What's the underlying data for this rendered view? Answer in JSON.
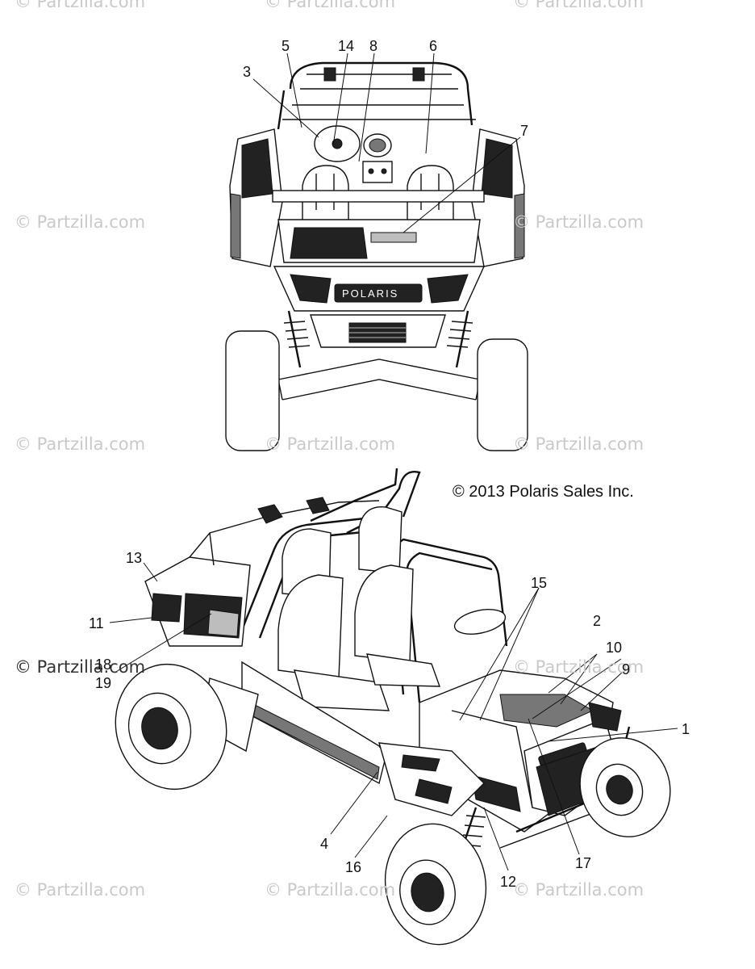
{
  "watermark_text": "© Partzilla.com",
  "copyright": "© 2013 Polaris Sales Inc.",
  "badge_text": "POLARIS",
  "callouts": [
    "1",
    "2",
    "3",
    "4",
    "5",
    "6",
    "7",
    "8",
    "9",
    "10",
    "11",
    "12",
    "13",
    "14",
    "15",
    "16",
    "17",
    "18",
    "19"
  ]
}
